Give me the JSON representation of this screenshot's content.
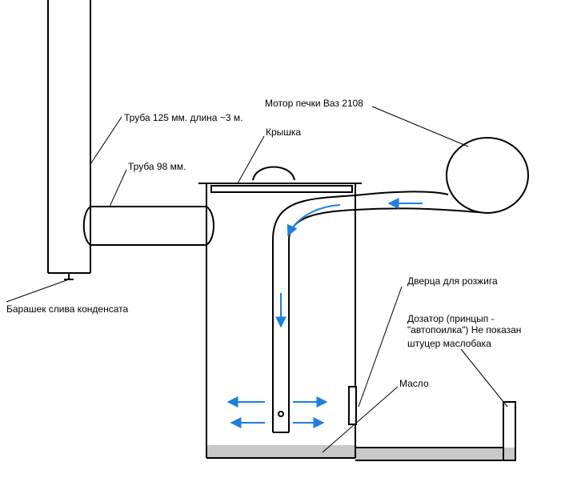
{
  "labels": {
    "pipe_125": "Труба 125 мм. длина ~3 м.",
    "pipe_98": "Труба 98 мм.",
    "lid": "Крышка",
    "motor": "Мотор печки Ваз 2108",
    "drain": "Барашек слива конденсата",
    "door": "Дверца для розжига",
    "doser_line1": "Дозатор (принцып -",
    "doser_line2": "\"автопоилка\") Не показан",
    "doser_line3": "штуцер маслобака",
    "oil": "Масло"
  },
  "colors": {
    "line": "#000000",
    "arrow": "#1e7fe0",
    "oil": "#c8c8c8"
  }
}
